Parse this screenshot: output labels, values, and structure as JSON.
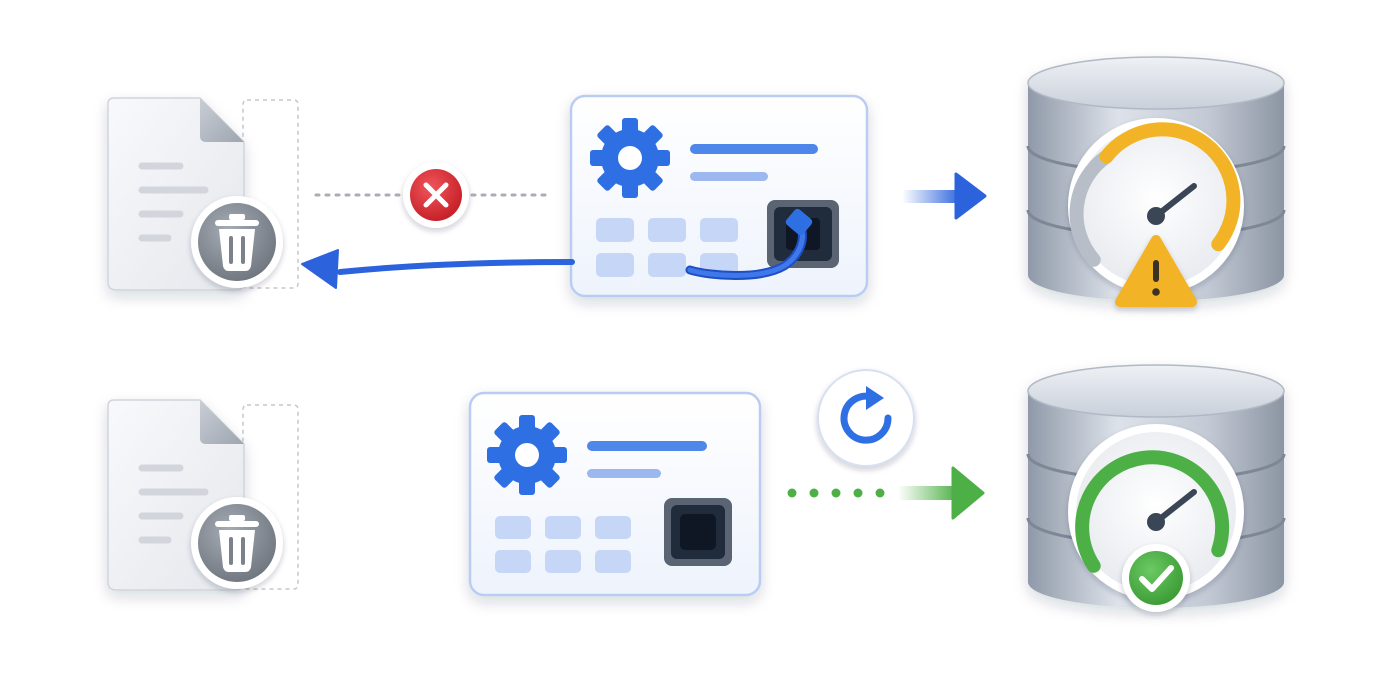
{
  "title": "",
  "colors": {
    "accent_blue": "#2f6fe4",
    "arrow_blue": "#2c63dd",
    "error_red": "#d8262e",
    "warning_yellow": "#f2b426",
    "success_green": "#4db046",
    "doc_gray": "#e9ebef",
    "trash_gray": "#8a9098",
    "db_silver": "#c7ced9",
    "panel_border": "#b9cdf2"
  },
  "scenarios": [
    {
      "id": "before",
      "document": {
        "icons": [
          "document-icon",
          "trash-icon"
        ],
        "state": "deleted"
      },
      "link_status": {
        "icon": "x-icon",
        "state": "broken"
      },
      "service": {
        "icons": [
          "gear-icon",
          "plug-icon"
        ],
        "state": "holding-stale-connection"
      },
      "flow_to_db": {
        "icon": "arrow-right-icon",
        "color": "#2c63dd"
      },
      "database": {
        "icons": [
          "database-icon",
          "gauge-icon",
          "warning-icon"
        ],
        "state": "degraded",
        "gauge_color": "#f2b426"
      }
    },
    {
      "id": "after",
      "document": {
        "icons": [
          "document-icon",
          "trash-icon"
        ],
        "state": "deleted"
      },
      "service": {
        "icons": [
          "gear-icon"
        ],
        "state": "connection-released",
        "restart_icon": "refresh-icon"
      },
      "flow_to_db": {
        "icon": "arrow-right-icon",
        "color": "#4db046"
      },
      "database": {
        "icons": [
          "database-icon",
          "gauge-icon",
          "check-icon"
        ],
        "state": "healthy",
        "gauge_color": "#4db046"
      }
    }
  ]
}
